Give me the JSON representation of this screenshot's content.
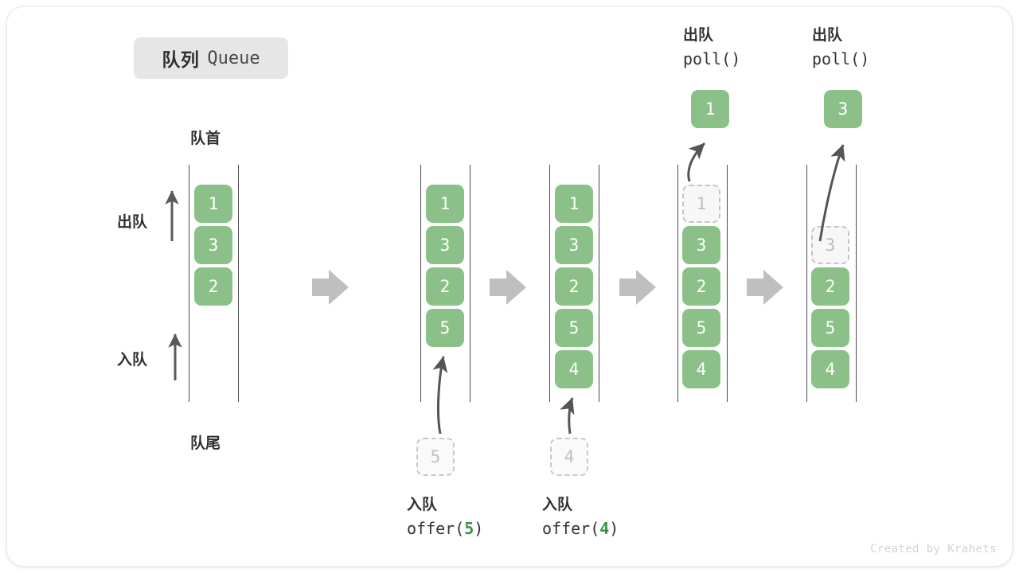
{
  "title": {
    "cn": "队列",
    "en": "Queue"
  },
  "labels": {
    "front": "队首",
    "rear": "队尾",
    "dequeue": "出队",
    "enqueue": "入队"
  },
  "colors": {
    "element": "#8bc189",
    "element_text": "#ffffff",
    "ghost_fill": "#f7f7f7",
    "ghost_border": "#c4c4c4",
    "ghost_text": "#bdbdbd",
    "rail": "#4a4a4a",
    "arrow_gray": "#c0c0c0",
    "thin_arrow": "#555555",
    "accent_green": "#3f9142",
    "badge_bg": "#e6e6e6",
    "text": "#2f2f2f",
    "credit": "#d2d2d2"
  },
  "panels": [
    {
      "id": "initial",
      "cells": [
        "1",
        "3",
        "2"
      ],
      "ghost_index": -1,
      "caption_cn": "",
      "caption_code": "",
      "pending": "",
      "popped": ""
    },
    {
      "id": "after-offer-5",
      "cells": [
        "1",
        "3",
        "2",
        "5"
      ],
      "ghost_index": -1,
      "caption_cn": "入队",
      "caption_code_prefix": "offer(",
      "caption_code_arg": "5",
      "caption_code_suffix": ")",
      "pending": "5",
      "popped": ""
    },
    {
      "id": "after-offer-4",
      "cells": [
        "1",
        "3",
        "2",
        "5",
        "4"
      ],
      "ghost_index": -1,
      "caption_cn": "入队",
      "caption_code_prefix": "offer(",
      "caption_code_arg": "4",
      "caption_code_suffix": ")",
      "pending": "4",
      "popped": ""
    },
    {
      "id": "poll-1",
      "cells": [
        "1",
        "3",
        "2",
        "5",
        "4"
      ],
      "ghost_index": 0,
      "caption_cn": "出队",
      "caption_code": "poll()",
      "pending": "",
      "popped": "1"
    },
    {
      "id": "poll-3",
      "cells": [
        "3",
        "2",
        "5",
        "4"
      ],
      "ghost_index": 0,
      "caption_cn": "出队",
      "caption_code": "poll()",
      "pending": "",
      "popped": "3"
    }
  ],
  "operations": {
    "offer_5": {
      "cn": "入队",
      "prefix": "offer(",
      "arg": "5",
      "suffix": ")"
    },
    "offer_4": {
      "cn": "入队",
      "prefix": "offer(",
      "arg": "4",
      "suffix": ")"
    },
    "poll_a": {
      "cn": "出队",
      "code": "poll()"
    },
    "poll_b": {
      "cn": "出队",
      "code": "poll()"
    }
  },
  "credit": "Created by Krahets"
}
